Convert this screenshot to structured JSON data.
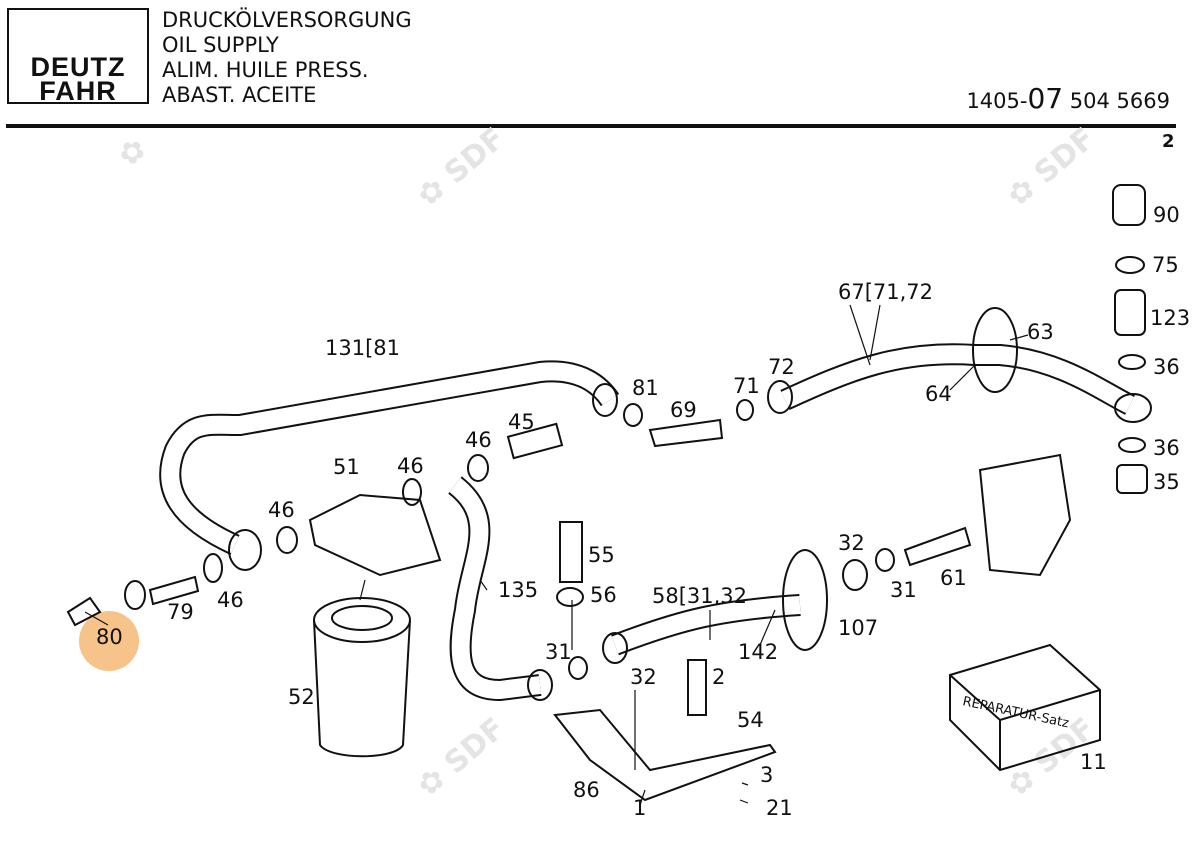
{
  "header": {
    "logo_line1": "DEUTZ",
    "logo_line2": "FAHR",
    "titles": [
      "DRUCKÖLVERSORGUNG",
      "OIL SUPPLY",
      "ALIM. HUILE PRESS.",
      "ABAST. ACEITE"
    ],
    "doc_prefix": "1405-",
    "doc_group": "07",
    "doc_number": "504 5669",
    "page": "2"
  },
  "highlight_color": "#f5b976",
  "highlighted_part": "80",
  "callouts": [
    "131[81",
    "67[71,72",
    "63",
    "90",
    "75",
    "123",
    "36",
    "64",
    "72",
    "81",
    "71",
    "69",
    "45",
    "46",
    "51",
    "46",
    "36",
    "35",
    "46",
    "55",
    "135",
    "56",
    "58[31,32",
    "32",
    "31",
    "61",
    "79",
    "46",
    "80",
    "107",
    "142",
    "31",
    "32",
    "2",
    "52",
    "54",
    "11",
    "3",
    "86",
    "1",
    "21"
  ],
  "kit_label": "REPARATUR-Satz"
}
